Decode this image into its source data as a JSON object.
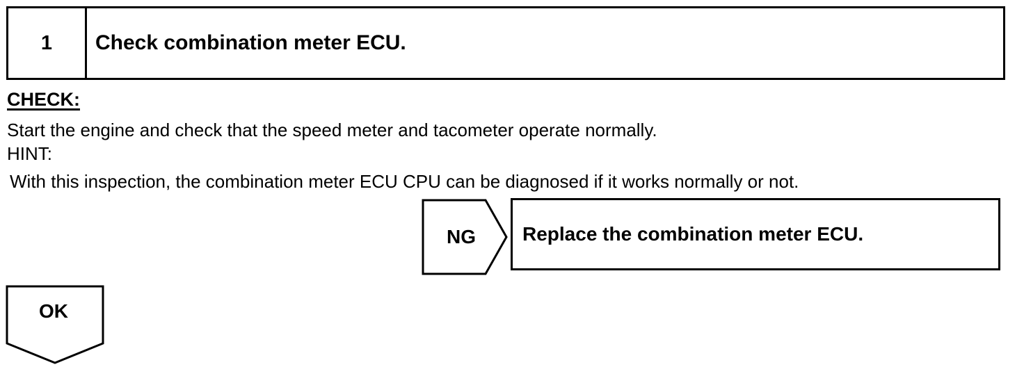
{
  "step": {
    "number": "1",
    "title": "Check combination meter ECU."
  },
  "check": {
    "label": "CHECK:",
    "instruction": "Start the engine and check that the speed meter and tacometer operate normally.",
    "hint_label": "HINT:",
    "hint_text": "With this inspection, the combination meter ECU CPU can be diagnosed if it works normally or not."
  },
  "ng": {
    "label": "NG",
    "action": "Replace the combination meter ECU."
  },
  "ok": {
    "label": "OK"
  }
}
